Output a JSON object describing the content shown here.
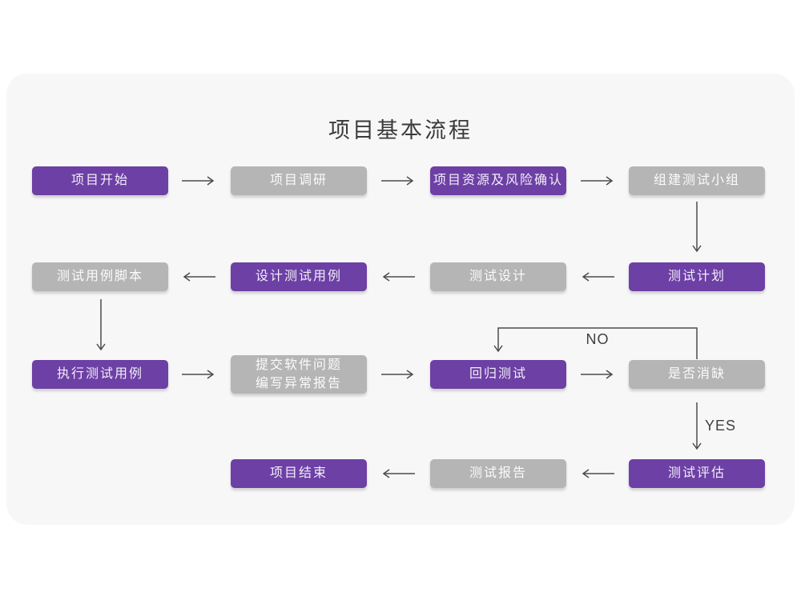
{
  "title": "项目基本流程",
  "colors": {
    "node_purple": "#6d40a5",
    "node_gray": "#b5b5b5",
    "card_background": "#f7f7f7",
    "page_background": "#ffffff",
    "arrow": "#4c4c4c",
    "title_text": "#3a3a3a"
  },
  "nodes": [
    {
      "id": "project-start",
      "label": "项目开始",
      "variant": "purple"
    },
    {
      "id": "project-research",
      "label": "项目调研",
      "variant": "gray"
    },
    {
      "id": "resource-risk-confirm",
      "label": "项目资源及风险确认",
      "variant": "purple"
    },
    {
      "id": "build-test-team",
      "label": "组建测试小组",
      "variant": "gray"
    },
    {
      "id": "test-plan",
      "label": "测试计划",
      "variant": "purple"
    },
    {
      "id": "test-design",
      "label": "测试设计",
      "variant": "gray"
    },
    {
      "id": "design-test-cases",
      "label": "设计测试用例",
      "variant": "purple"
    },
    {
      "id": "test-case-script",
      "label": "测试用例脚本",
      "variant": "gray"
    },
    {
      "id": "execute-test-cases",
      "label": "执行测试用例",
      "variant": "purple"
    },
    {
      "id": "submit-issues",
      "label": "提交软件问题\n编写异常报告",
      "variant": "gray"
    },
    {
      "id": "regression-test",
      "label": "回归测试",
      "variant": "purple"
    },
    {
      "id": "defect-resolved",
      "label": "是否消缺",
      "variant": "gray"
    },
    {
      "id": "test-evaluation",
      "label": "测试评估",
      "variant": "purple"
    },
    {
      "id": "test-report",
      "label": "测试报告",
      "variant": "gray"
    },
    {
      "id": "project-end",
      "label": "项目结束",
      "variant": "purple"
    }
  ],
  "edge_labels": {
    "no": "NO",
    "yes": "YES"
  },
  "edges": [
    {
      "from": "project-start",
      "to": "project-research"
    },
    {
      "from": "project-research",
      "to": "resource-risk-confirm"
    },
    {
      "from": "resource-risk-confirm",
      "to": "build-test-team"
    },
    {
      "from": "build-test-team",
      "to": "test-plan"
    },
    {
      "from": "test-plan",
      "to": "test-design"
    },
    {
      "from": "test-design",
      "to": "design-test-cases"
    },
    {
      "from": "design-test-cases",
      "to": "test-case-script"
    },
    {
      "from": "test-case-script",
      "to": "execute-test-cases"
    },
    {
      "from": "execute-test-cases",
      "to": "submit-issues"
    },
    {
      "from": "submit-issues",
      "to": "regression-test"
    },
    {
      "from": "regression-test",
      "to": "defect-resolved"
    },
    {
      "from": "defect-resolved",
      "to": "regression-test",
      "label": "NO"
    },
    {
      "from": "defect-resolved",
      "to": "test-evaluation",
      "label": "YES"
    },
    {
      "from": "test-evaluation",
      "to": "test-report"
    },
    {
      "from": "test-report",
      "to": "project-end"
    }
  ]
}
